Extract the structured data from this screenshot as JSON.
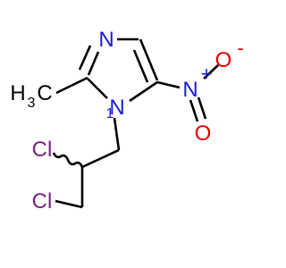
{
  "molecule": {
    "atoms": {
      "n_ring_top": "N",
      "n_ring_bottom": "N",
      "n_ring_bottom_locant": "1",
      "methyl_h": "H",
      "methyl_sub": "3",
      "methyl_c": "C",
      "nitro_n": "N",
      "nitro_plus": "+",
      "nitro_o_top": "O",
      "nitro_o_minus": "-",
      "nitro_o_bottom": "O",
      "cl_upper": "Cl",
      "cl_lower": "Cl"
    },
    "colors": {
      "nitrogen": "#1a1ad8",
      "oxygen": "#e00000",
      "chlorine": "#7a1f86",
      "carbon_bonds": "#000000"
    }
  }
}
